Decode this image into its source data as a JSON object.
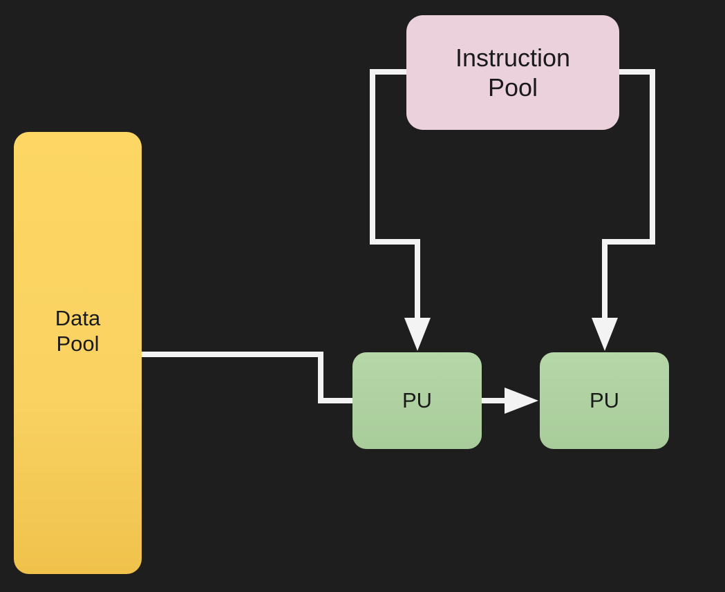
{
  "nodes": {
    "instruction_pool": {
      "line1": "Instruction",
      "line2": "Pool"
    },
    "data_pool": {
      "line1": "Data",
      "line2": "Pool"
    },
    "pu_1": {
      "label": "PU"
    },
    "pu_2": {
      "label": "PU"
    }
  },
  "colors": {
    "background": "#1e1e1e",
    "instruction_pool_fill": "#ead1dc",
    "data_pool_fill": "#fdd663",
    "pu_fill": "#b6d7a8",
    "connector": "#f3f3f3",
    "node_text": "#1a1a1a"
  }
}
